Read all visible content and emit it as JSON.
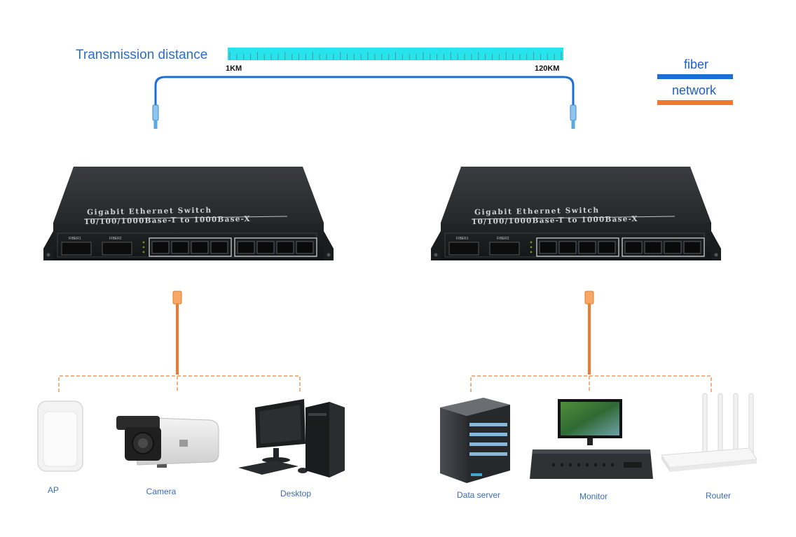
{
  "transmission": {
    "label": "Transmission distance",
    "min": "1KM",
    "max": "120KM"
  },
  "legend": {
    "fiber": {
      "label": "fiber",
      "color": "#1a6fd6"
    },
    "network": {
      "label": "network",
      "color": "#ef7a2e"
    }
  },
  "switches": [
    {
      "title": "Gigabit Ethernet Switch",
      "subtitle": "10/100/1000Base-T to 1000Base-X",
      "fiber1": "FIBER1",
      "fiber2": "FIBER2"
    },
    {
      "title": "Gigabit Ethernet Switch",
      "subtitle": "10/100/1000Base-T to 1000Base-X",
      "fiber1": "FIBER1",
      "fiber2": "FIBER2"
    }
  ],
  "devices": {
    "left": [
      "AP",
      "Camera",
      "Desktop"
    ],
    "right": [
      "Data server",
      "Monitor",
      "Router"
    ]
  }
}
